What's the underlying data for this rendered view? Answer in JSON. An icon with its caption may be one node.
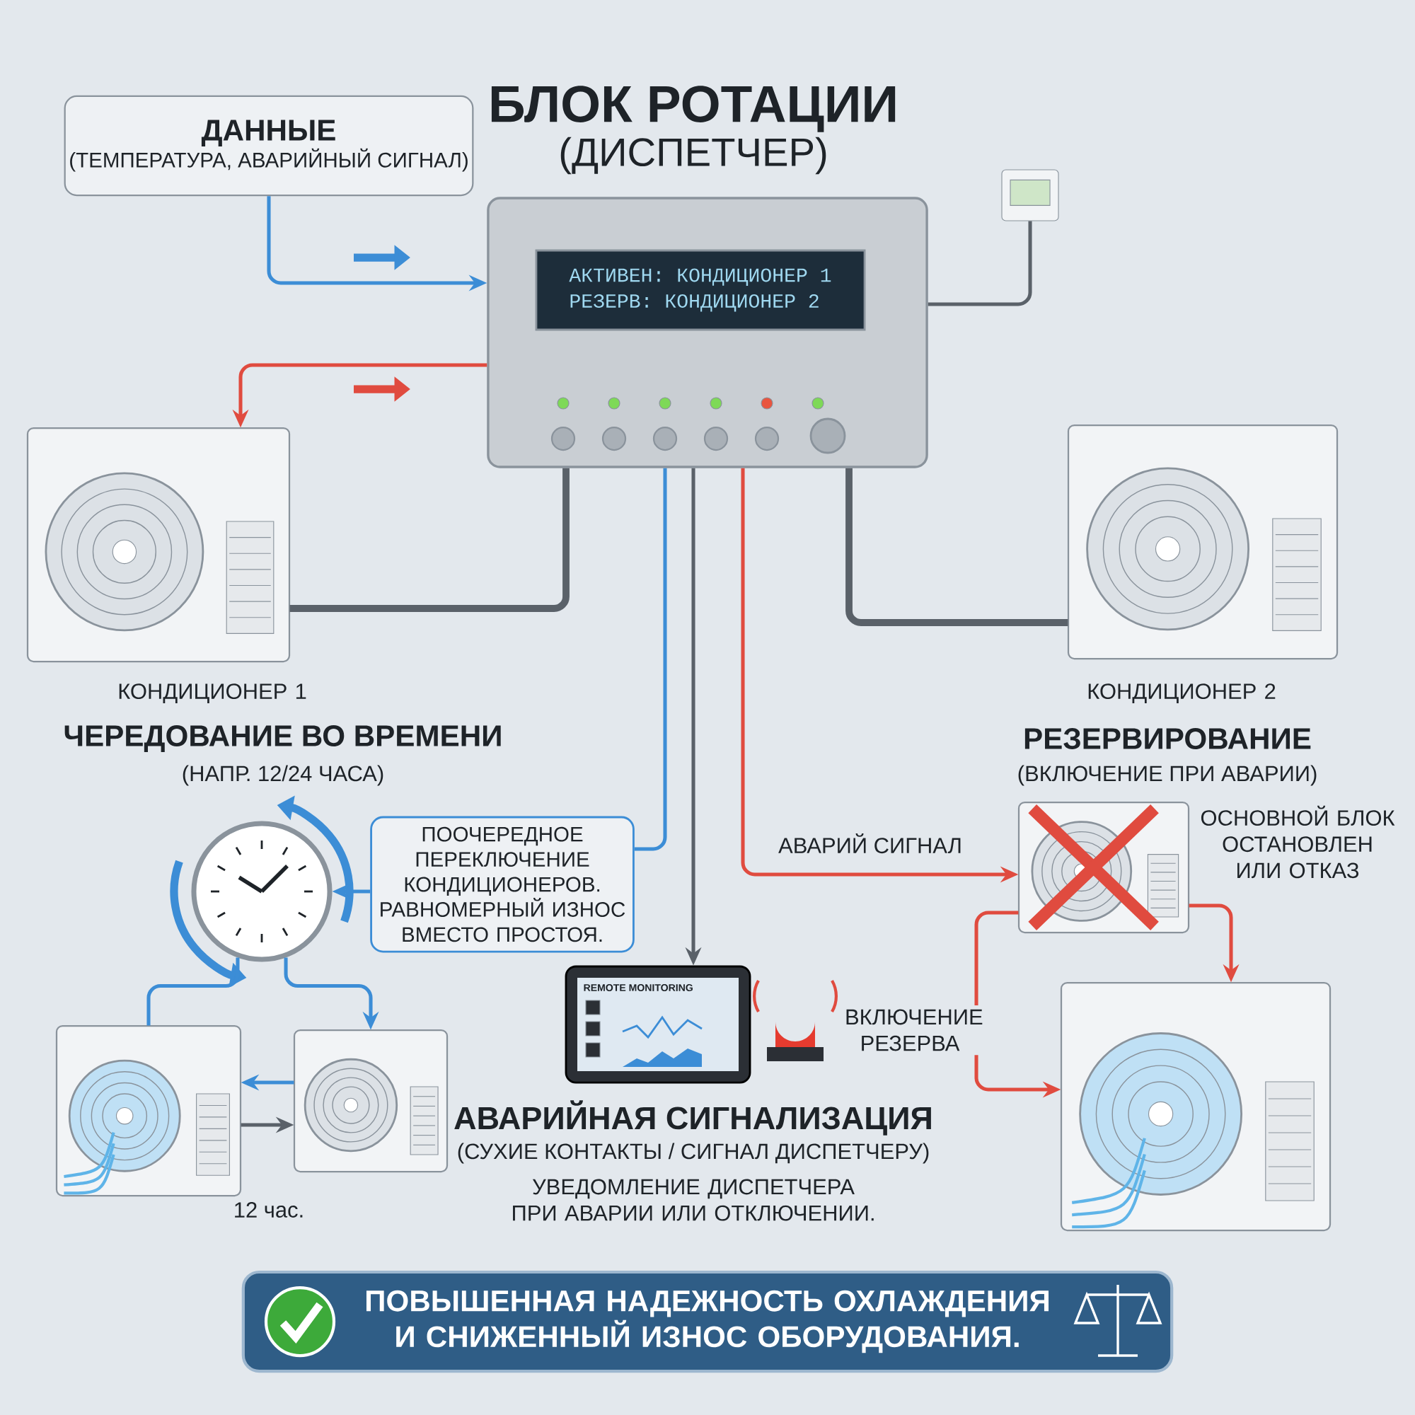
{
  "diagram": {
    "nodes": [
      {
        "text": [
          "ДАННЫЕ",
          "(ТЕМПЕРАТУРА, АВАРИЙНЫЙ СИГНАЛ)"
        ]
      },
      {
        "text": [
          "БЛОК РОТАЦИИ",
          "(ДИСПЕТЧЕР)"
        ]
      },
      {
        "text": [
          "АКТИВЕН: КОНДИЦИОНЕР 1",
          "РЕЗЕРВ: КОНДИЦИОНЕР 2"
        ],
        "in": 1
      },
      {
        "text": [],
        "shape": "picture",
        "beside": [
          "КОНДИЦИОНЕР 1"
        ]
      },
      {
        "text": [],
        "shape": "picture",
        "beside": [
          "КОНДИЦИОНЕР 2"
        ]
      },
      {
        "text": [],
        "shape": "picture"
      },
      {
        "text": [
          "ЧЕРЕДОВАНИЕ ВО ВРЕМЕНИ",
          "(НАПР. 12/24 ЧАСА)"
        ]
      },
      {
        "text": [
          "ПООЧЕРЕДНОЕ ПЕРЕКЛЮЧЕНИЕ КОНДИЦИОНЕРОВ. РАВНОМЕРНЫЙ ИЗНОС ВМЕСТО ПРОСТОЯ."
        ]
      },
      {
        "text": [],
        "shape": "picture"
      },
      {
        "text": [],
        "shape": "picture"
      },
      {
        "text": [
          "REMOTE MONITORING"
        ]
      },
      {
        "text": [
          "РЕЗЕРВИРОВАНИЕ",
          "(ВКЛЮЧЕНИЕ ПРИ АВАРИИ)"
        ],
        "beside": [
          "ОСНОВНОЙ БЛОК ОСТАНОВЛЕН ИЛИ ОТКАЗ"
        ]
      },
      {
        "text": [],
        "shape": "picture"
      },
      {
        "text": [
          "ПОВЫШЕННАЯ НАДЕЖНОСТЬ ОХЛАЖДЕНИЯ И СНИЖЕННЫЙ ИЗНОС ОБОРУДОВАНИЯ."
        ]
      }
    ],
    "edges": [
      {
        "from": 0,
        "to": 1,
        "arrow": "to"
      },
      {
        "from": 1,
        "to": 3,
        "arrow": "to",
        "color": "#e04b3f"
      },
      {
        "from": 1,
        "to": 3,
        "arrow": "none",
        "style": "thick",
        "color": "#5a6169"
      },
      {
        "from": 1,
        "to": 4,
        "arrow": "none",
        "style": "thick",
        "color": "#5a6169"
      },
      {
        "from": 5,
        "to": 1,
        "arrow": "none",
        "color": "#5a6169"
      },
      {
        "from": 1,
        "to": 7,
        "arrow": "none"
      },
      {
        "from": 7,
        "to": 6,
        "arrow": "to"
      },
      {
        "from": 6,
        "to": 8,
        "arrow": "none"
      },
      {
        "from": 6,
        "to": 9,
        "arrow": "to"
      },
      {
        "from": 9,
        "to": 8,
        "arrow": "to"
      },
      {
        "from": 8,
        "to": 9,
        "arrow": "to",
        "color": "#5a6169"
      },
      {
        "from": 1,
        "to": 10,
        "arrow": "to",
        "color": "#5a6169"
      },
      {
        "from": 1,
        "to": 11,
        "arrow": "to",
        "color": "#e04b3f",
        "label": "АВАРИЙ СИГНАЛ"
      },
      {
        "from": 11,
        "to": 12,
        "arrow": "to",
        "color": "#e04b3f"
      },
      {
        "from": 11,
        "to": 12,
        "arrow": "to",
        "color": "#e04b3f",
        "label": "ВКЛЮЧЕНИЕ РЕЗЕРВА"
      }
    ],
    "labels": [
      "12 час.",
      "АВАРИЙНАЯ СИГНАЛИЗАЦИЯ",
      "(СУХИЕ КОНТАКТЫ / СИГНАЛ ДИСПЕТЧЕРУ)",
      "УВЕДОМЛЕНИЕ ДИСПЕТЧЕРА ПРИ АВАРИИ ИЛИ ОТКЛЮЧЕНИИ."
    ]
  }
}
